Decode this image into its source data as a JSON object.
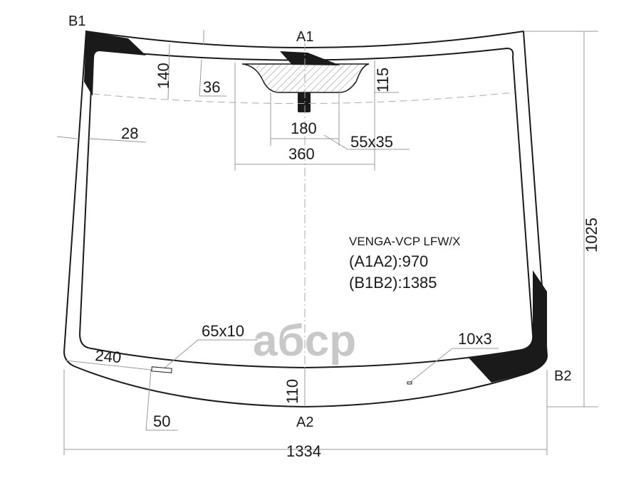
{
  "diagram": {
    "type": "windshield-technical-drawing",
    "model_code": "VENGA-VCP LFW/X",
    "a1a2_label": "(A1A2):970",
    "b1b2_label": "(B1B2):1385",
    "points": {
      "b1": "B1",
      "a1": "A1",
      "a2": "A2",
      "b2": "B2"
    },
    "dimensions": {
      "total_width": "1334",
      "total_height": "1025",
      "top_band": "140",
      "top_offset": "36",
      "side_band": "28",
      "mirror_band": "115",
      "mirror_width_inner": "180",
      "mirror_width_outer": "360",
      "mirror_pad": "55x35",
      "bottom_band": "110",
      "bottom_left": "240",
      "bottom_offset": "50",
      "sensor_left": "65x10",
      "sensor_right": "10x3"
    },
    "watermark": "aбcp",
    "colors": {
      "line": "#1a1a1a",
      "dim": "#9a9a9a",
      "fill": "#1a1a1a",
      "watermark": "#c8c8c8"
    }
  }
}
